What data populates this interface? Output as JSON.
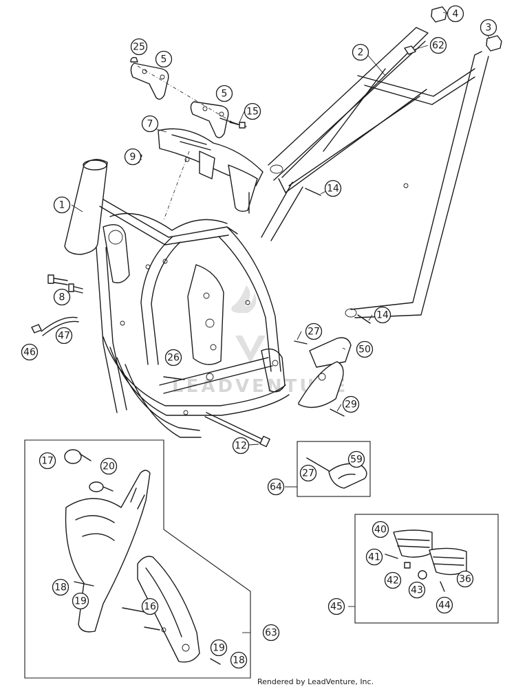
{
  "watermark": "LEADVENTURE",
  "credit": "Rendered by LeadVenture, Inc.",
  "callouts": [
    {
      "id": "1",
      "label": "1"
    },
    {
      "id": "2",
      "label": "2"
    },
    {
      "id": "3",
      "label": "3"
    },
    {
      "id": "4",
      "label": "4"
    },
    {
      "id": "5a",
      "label": "5"
    },
    {
      "id": "5b",
      "label": "5"
    },
    {
      "id": "7",
      "label": "7"
    },
    {
      "id": "8",
      "label": "8"
    },
    {
      "id": "9",
      "label": "9"
    },
    {
      "id": "12",
      "label": "12"
    },
    {
      "id": "14a",
      "label": "14"
    },
    {
      "id": "14b",
      "label": "14"
    },
    {
      "id": "15",
      "label": "15"
    },
    {
      "id": "16",
      "label": "16"
    },
    {
      "id": "17",
      "label": "17"
    },
    {
      "id": "18a",
      "label": "18"
    },
    {
      "id": "18b",
      "label": "18"
    },
    {
      "id": "19a",
      "label": "19"
    },
    {
      "id": "19b",
      "label": "19"
    },
    {
      "id": "20",
      "label": "20"
    },
    {
      "id": "25",
      "label": "25"
    },
    {
      "id": "26",
      "label": "26"
    },
    {
      "id": "27a",
      "label": "27"
    },
    {
      "id": "27b",
      "label": "27"
    },
    {
      "id": "29",
      "label": "29"
    },
    {
      "id": "36",
      "label": "36"
    },
    {
      "id": "40",
      "label": "40"
    },
    {
      "id": "41",
      "label": "41"
    },
    {
      "id": "42",
      "label": "42"
    },
    {
      "id": "43",
      "label": "43"
    },
    {
      "id": "44",
      "label": "44"
    },
    {
      "id": "45",
      "label": "45"
    },
    {
      "id": "46",
      "label": "46"
    },
    {
      "id": "47",
      "label": "47"
    },
    {
      "id": "50",
      "label": "50"
    },
    {
      "id": "59",
      "label": "59"
    },
    {
      "id": "62",
      "label": "62"
    },
    {
      "id": "63",
      "label": "63"
    },
    {
      "id": "64",
      "label": "64"
    }
  ]
}
